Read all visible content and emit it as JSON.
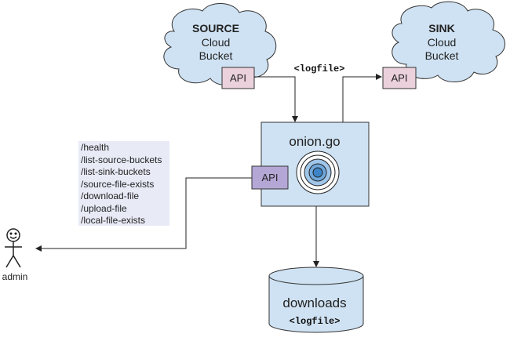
{
  "source": {
    "title": "SOURCE",
    "line2": "Cloud",
    "line3": "Bucket",
    "api_label": "API"
  },
  "sink": {
    "title": "SINK",
    "line2": "Cloud",
    "line3": "Bucket",
    "api_label": "API"
  },
  "transfer_label": "<logfile>",
  "service": {
    "name": "onion.go",
    "api_label": "API"
  },
  "endpoints": [
    "/health",
    "/list-source-buckets",
    "/list-sink-buckets",
    "/source-file-exists",
    "/download-file",
    "/upload-file",
    "/local-file-exists"
  ],
  "admin": {
    "label": "admin"
  },
  "downloads": {
    "title": "downloads",
    "file_label": "<logfile>"
  },
  "colors": {
    "cloud_fill": "#cfe2f3",
    "box_fill": "#cfe2f3",
    "api_pink": "#ead1dc",
    "api_purple": "#b4a7d6",
    "endpoint_bg": "#e8eaf6",
    "onion_outer": "#9fc5e8",
    "onion_inner": "#3d85c6"
  }
}
